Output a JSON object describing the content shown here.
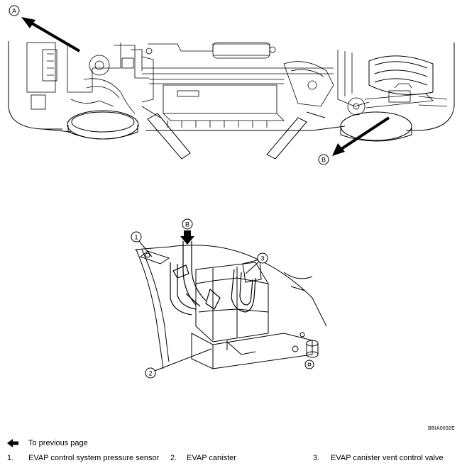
{
  "callouts": {
    "view_a": "A",
    "view_b": "B",
    "view_b_detail": "B",
    "part_1": "1",
    "part_2": "2",
    "part_3": "3"
  },
  "figure_ref": "BBIA0692E",
  "nav": {
    "back_label": "To previous page",
    "back_icon": "left-arrow-icon"
  },
  "legend": [
    {
      "num": "1.",
      "label": "EVAP control system pressure sensor"
    },
    {
      "num": "2.",
      "label": "EVAP canister"
    },
    {
      "num": "3.",
      "label": "EVAP canister vent control valve"
    }
  ]
}
